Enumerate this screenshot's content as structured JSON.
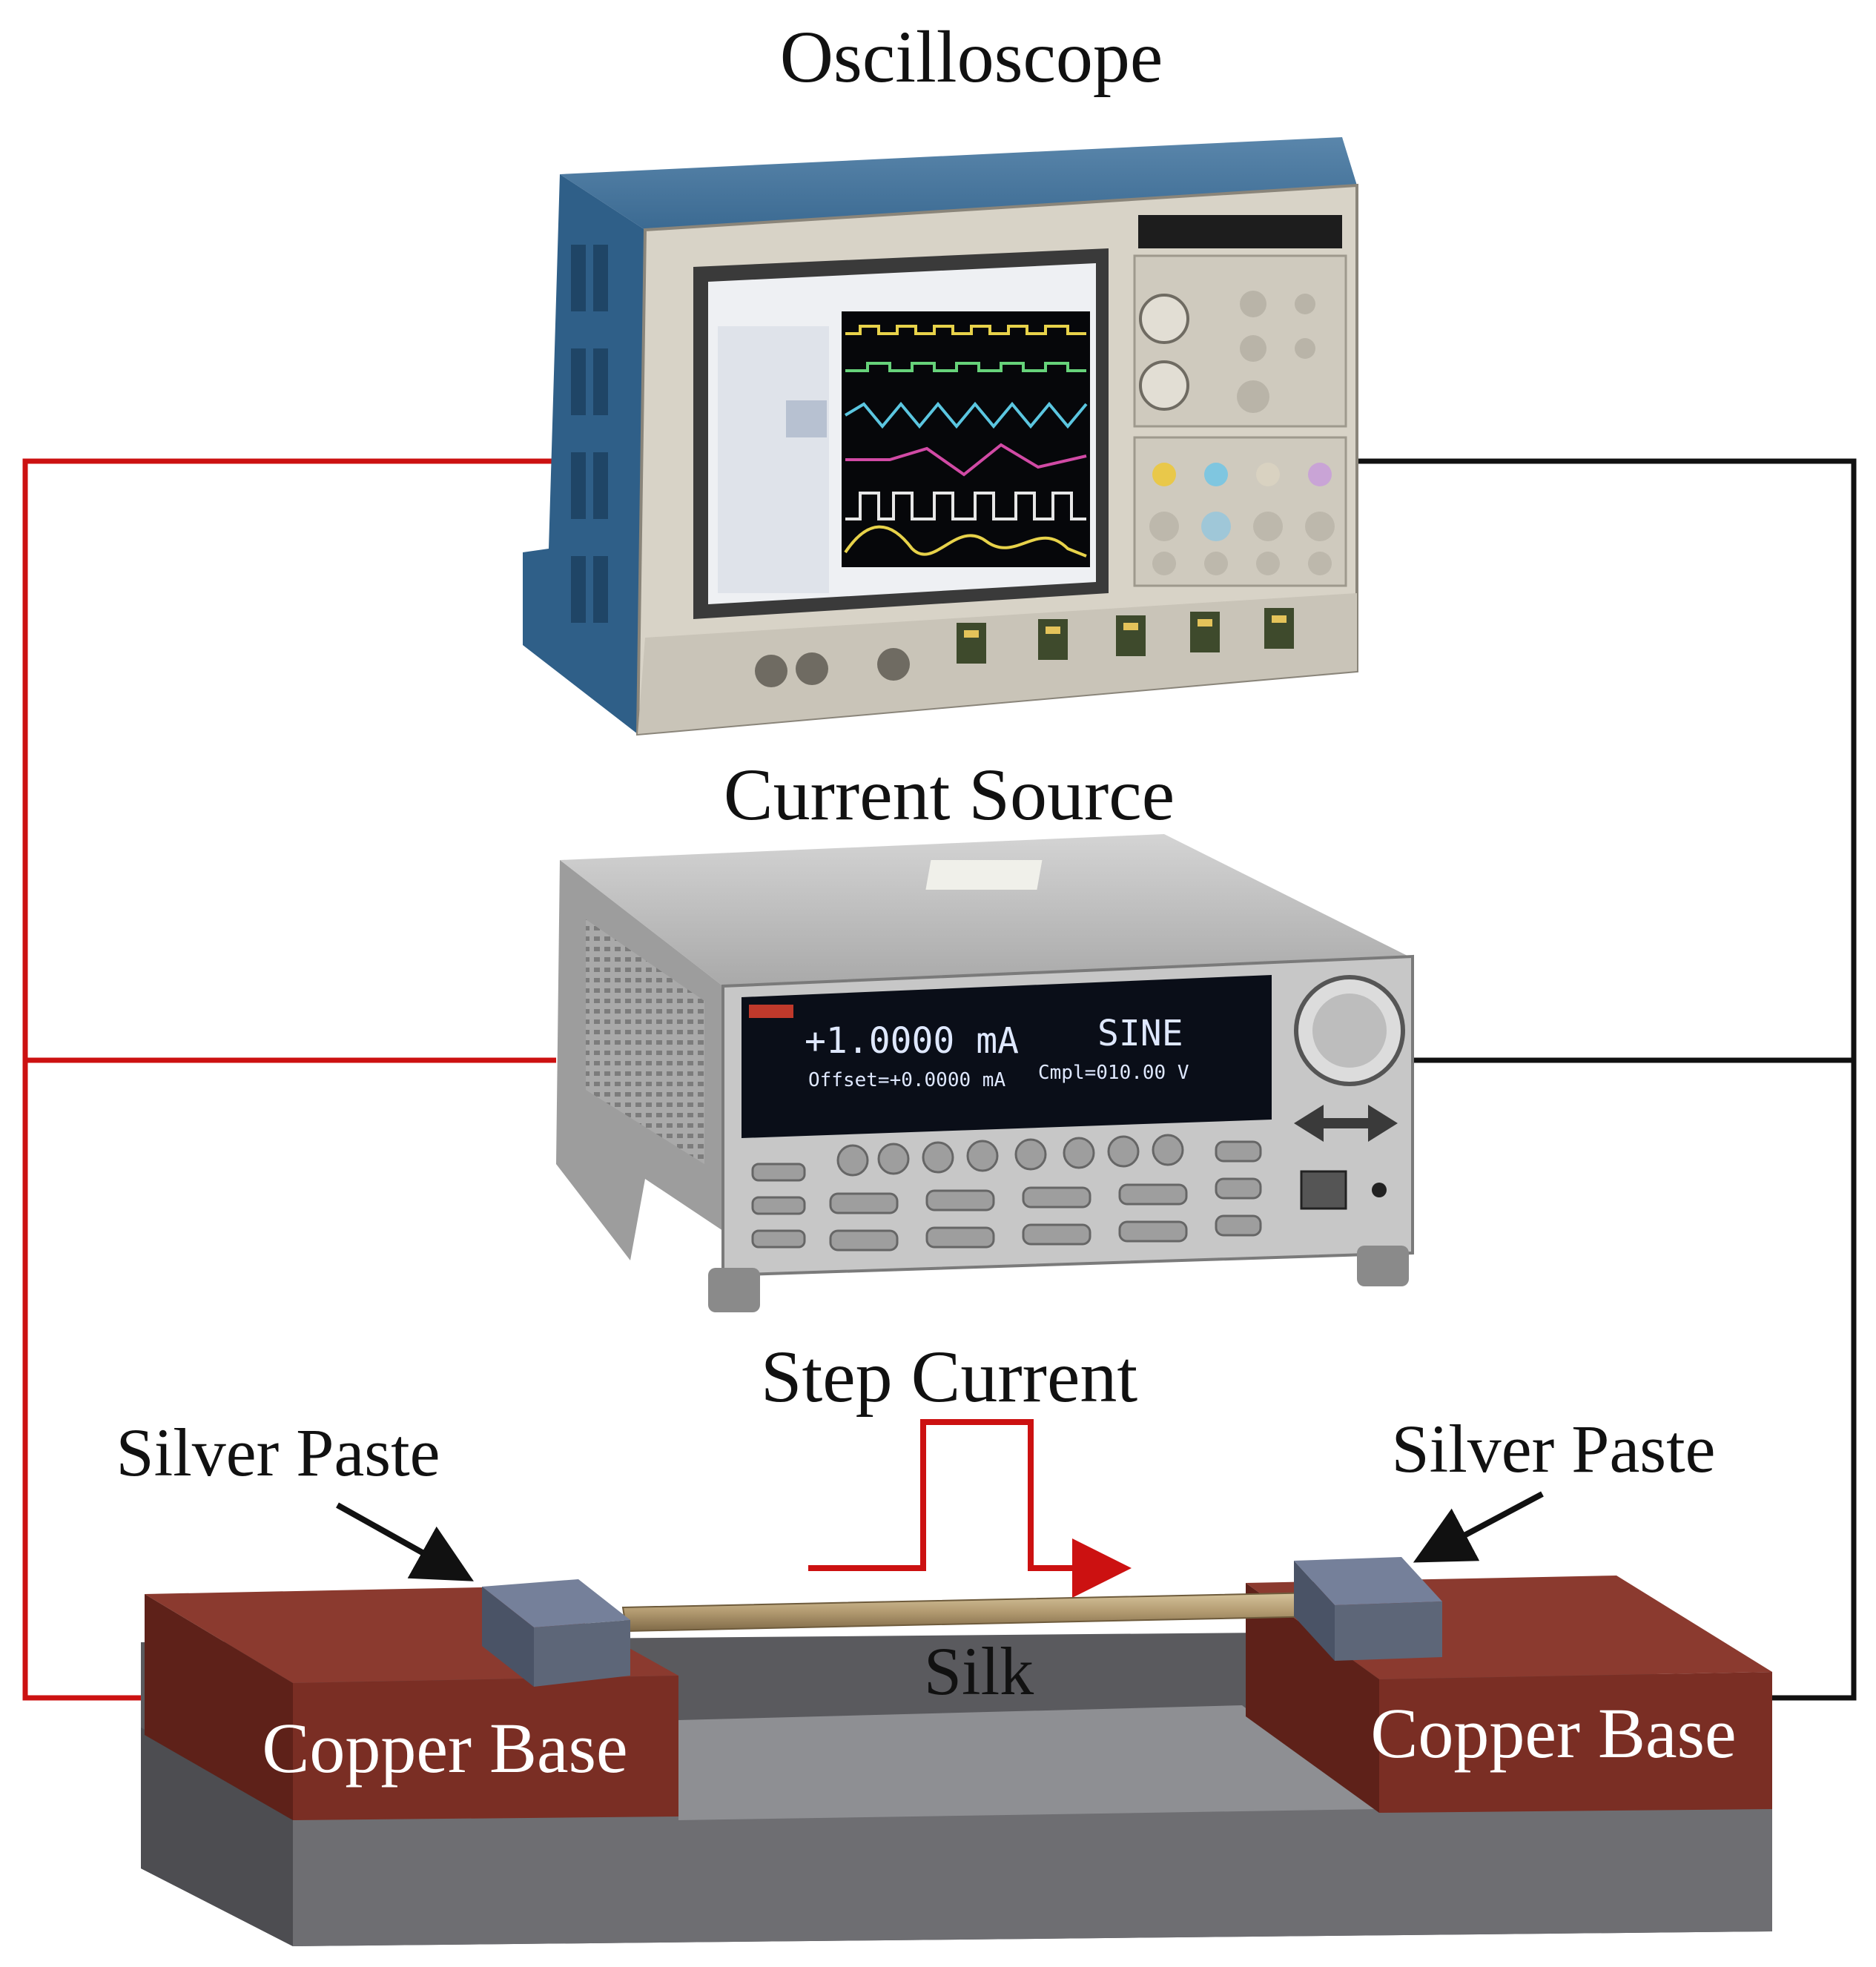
{
  "labels": {
    "oscilloscope": "Oscilloscope",
    "current_source": "Current Source",
    "step_current": "Step Current",
    "silver_paste_left": "Silver Paste",
    "silver_paste_right": "Silver Paste",
    "silk": "Silk",
    "copper_base_left": "Copper Base",
    "copper_base_right": "Copper Base"
  },
  "current_source_display": {
    "amplitude": "+1.0000 mA",
    "waveform": "SINE",
    "offset": "Offset=+0.0000 mA",
    "compliance": "Cmpl=010.00 V"
  },
  "colors": {
    "wire_left": "#cc1111",
    "wire_right": "#111111",
    "step_current": "#cc1111",
    "copper": "#7a2e24",
    "copper_top": "#8b3a2f",
    "substrate": "#6e6e72",
    "silver_paste": "#5d6678",
    "silk": "#b09a74",
    "oscilloscope_case": "#3f6f96",
    "oscilloscope_panel": "#d8d3c7",
    "source_case": "#b9b9b9",
    "source_display": "#0a0e18",
    "display_text": "#dfe8ff"
  },
  "icons": [
    "arrow-icon",
    "knob-icon",
    "probe-connector-icon"
  ]
}
